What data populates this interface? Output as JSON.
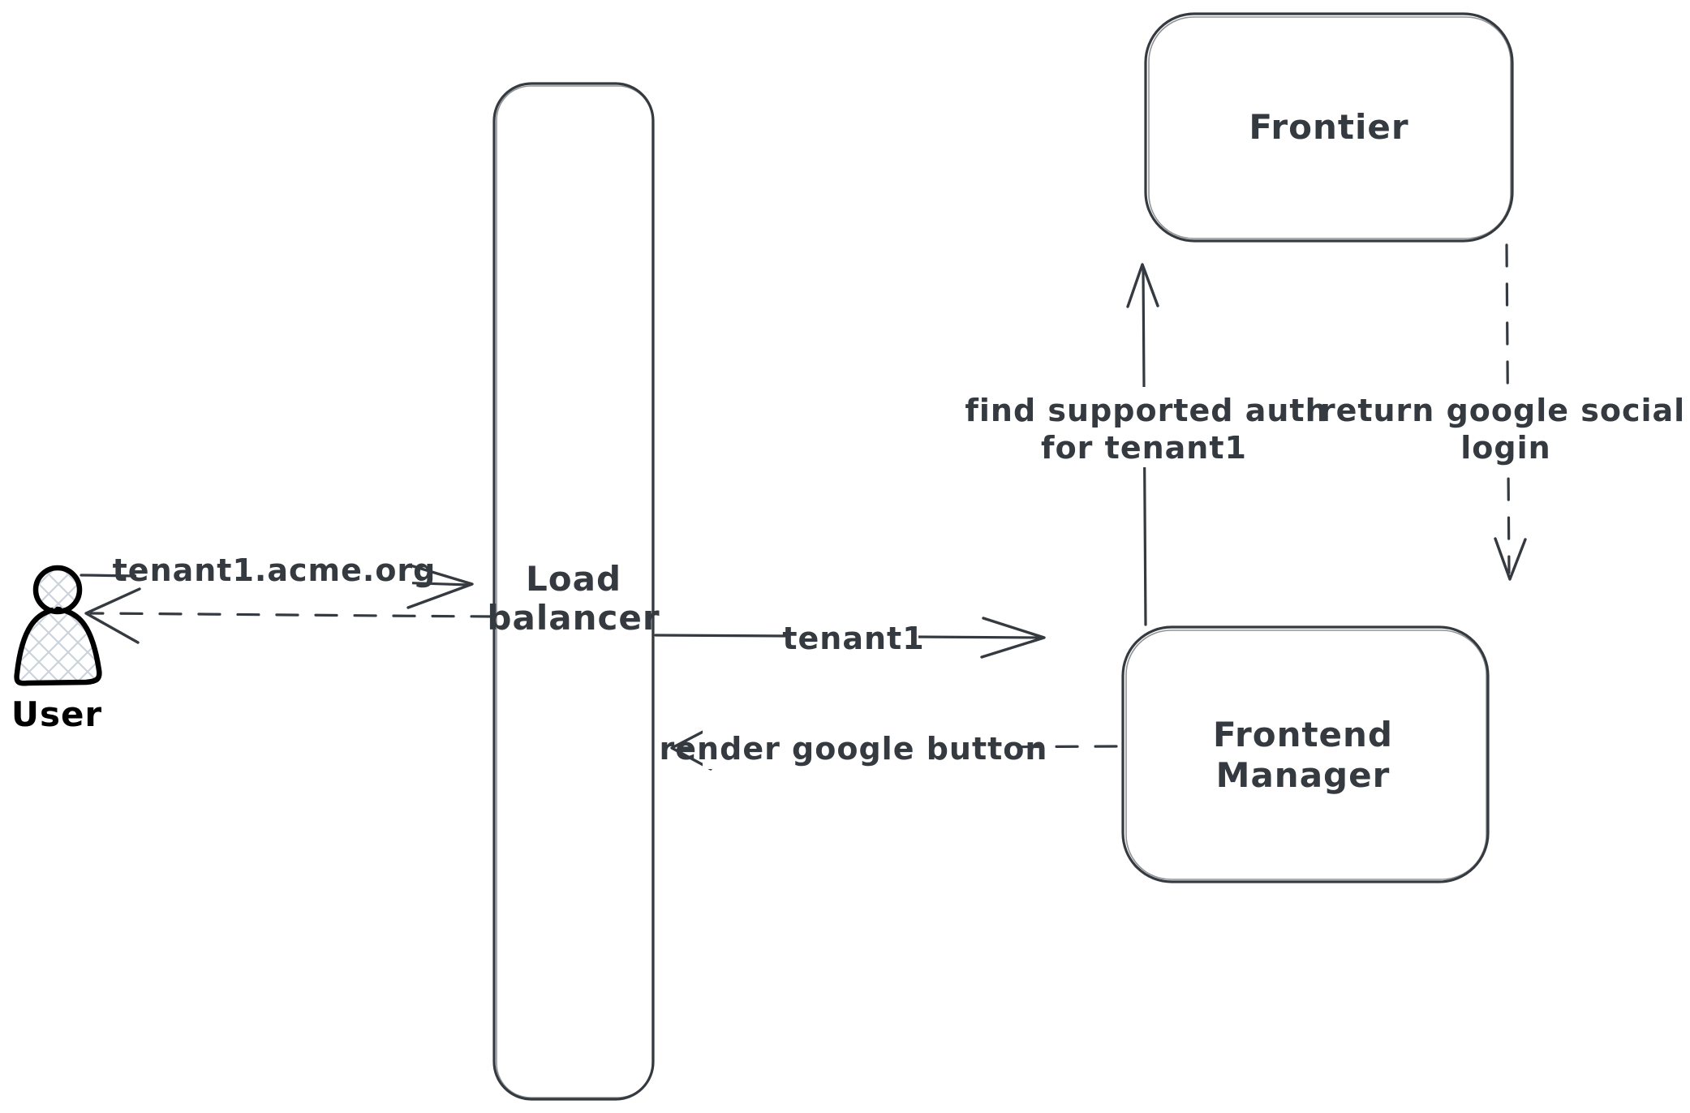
{
  "colors": {
    "background": "#ffffff",
    "shape_stroke": "#343a40",
    "actor_stroke": "#000000",
    "actor_hatch_fill": "#ccd3dc"
  },
  "nodes": {
    "user": {
      "label": "User"
    },
    "load_balancer": {
      "lines": [
        "Load",
        "balancer"
      ]
    },
    "frontier": {
      "label": "Frontier"
    },
    "frontend_manager": {
      "lines": [
        "Frontend",
        "Manager"
      ]
    }
  },
  "edges": {
    "user_to_lb": {
      "label": "tenant1.acme.org",
      "style": "solid"
    },
    "lb_to_user": {
      "label": "",
      "style": "dashed"
    },
    "lb_to_fm": {
      "label": "tenant1",
      "style": "solid"
    },
    "fm_to_lb": {
      "label": "render google button",
      "style": "dashed"
    },
    "fm_to_frontier": {
      "lines": [
        "find supported auth",
        "for tenant1"
      ],
      "style": "solid"
    },
    "frontier_to_fm": {
      "lines": [
        "return google social",
        "login"
      ],
      "style": "dashed"
    }
  }
}
